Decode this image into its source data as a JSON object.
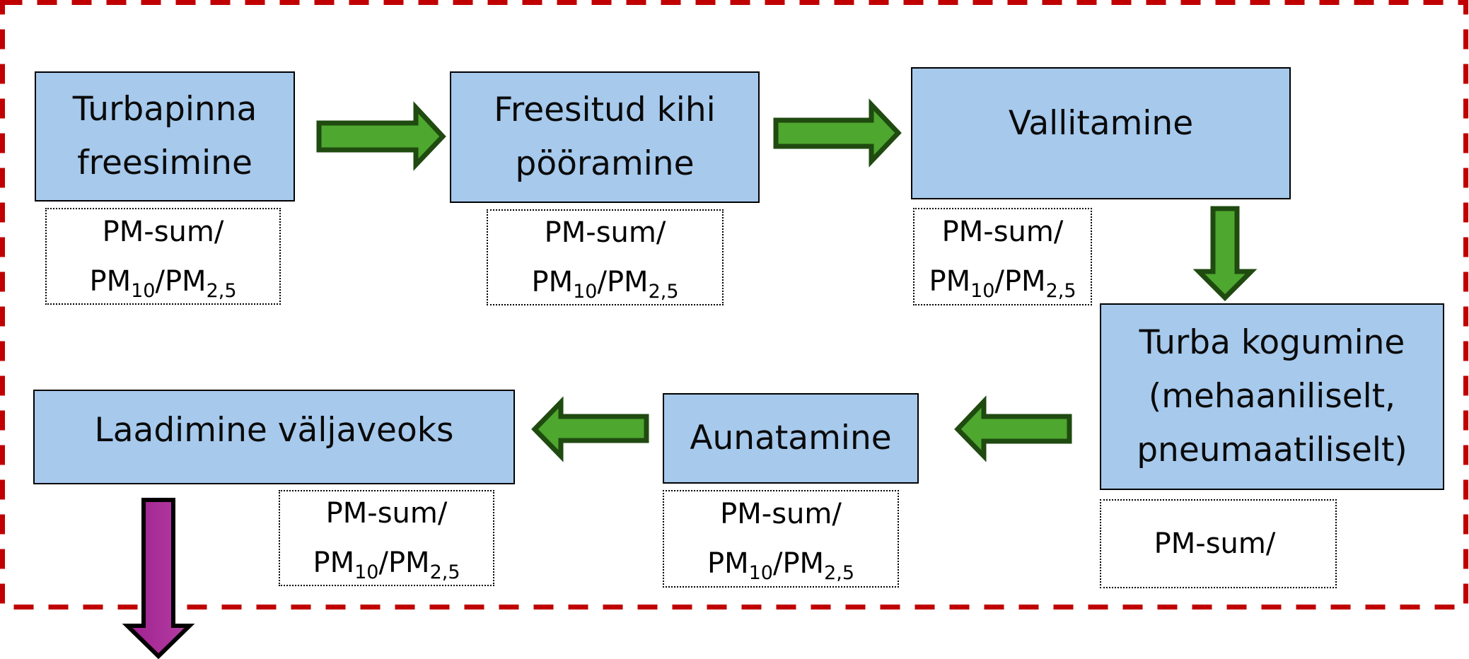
{
  "diagram": {
    "title": "Peat extraction process with particulate matter emission measurements",
    "colors": {
      "step_fill": "#a6c9ec",
      "step_border": "#000000",
      "flow_arrow_fill": "#4ea72e",
      "flow_arrow_stroke": "#1f4a10",
      "exit_arrow_fill": "#a0208f",
      "exit_arrow_fill_light": "#b33ea3",
      "boundary_color": "#c00000"
    },
    "steps": [
      {
        "id": "step-1",
        "lines": [
          "Turbapinna",
          "freesimine"
        ]
      },
      {
        "id": "step-2",
        "lines": [
          "Freesitud kihi",
          "pööramine"
        ]
      },
      {
        "id": "step-3",
        "lines": [
          "Vallitamine"
        ]
      },
      {
        "id": "step-4",
        "lines": [
          "Turba kogumine",
          "(mehaaniliselt,",
          "pneumaatiliselt)"
        ]
      },
      {
        "id": "step-5",
        "lines": [
          "Aunatamine"
        ]
      },
      {
        "id": "step-6",
        "lines": [
          "Laadimine väljaveoks"
        ]
      }
    ],
    "measurements": [
      {
        "for": "step-1",
        "line1": "PM-sum/",
        "pm10_base": "PM",
        "pm10_sub": "10",
        "sep": "/",
        "pm25_base": "PM",
        "pm25_sub": "2,5"
      },
      {
        "for": "step-2",
        "line1": "PM-sum/",
        "pm10_base": "PM",
        "pm10_sub": "10",
        "sep": "/",
        "pm25_base": "PM",
        "pm25_sub": "2,5"
      },
      {
        "for": "step-3",
        "line1": "PM-sum/",
        "pm10_base": "PM",
        "pm10_sub": "10",
        "sep": "/",
        "pm25_base": "PM",
        "pm25_sub": "2,5"
      },
      {
        "for": "step-4",
        "line1": "PM-sum/"
      },
      {
        "for": "step-5",
        "line1": "PM-sum/",
        "pm10_base": "PM",
        "pm10_sub": "10",
        "sep": "/",
        "pm25_base": "PM",
        "pm25_sub": "2,5"
      },
      {
        "for": "step-6",
        "line1": "PM-sum/",
        "pm10_base": "PM",
        "pm10_sub": "10",
        "sep": "/",
        "pm25_base": "PM",
        "pm25_sub": "2,5"
      }
    ],
    "flow": [
      {
        "from": "step-1",
        "to": "step-2",
        "direction": "right"
      },
      {
        "from": "step-2",
        "to": "step-3",
        "direction": "right"
      },
      {
        "from": "step-3",
        "to": "step-4",
        "direction": "down"
      },
      {
        "from": "step-4",
        "to": "step-5",
        "direction": "left"
      },
      {
        "from": "step-5",
        "to": "step-6",
        "direction": "left"
      },
      {
        "from": "step-6",
        "to": "outside-boundary",
        "direction": "down"
      }
    ],
    "boundary": {
      "style": "dashed",
      "meaning": "system boundary"
    }
  }
}
